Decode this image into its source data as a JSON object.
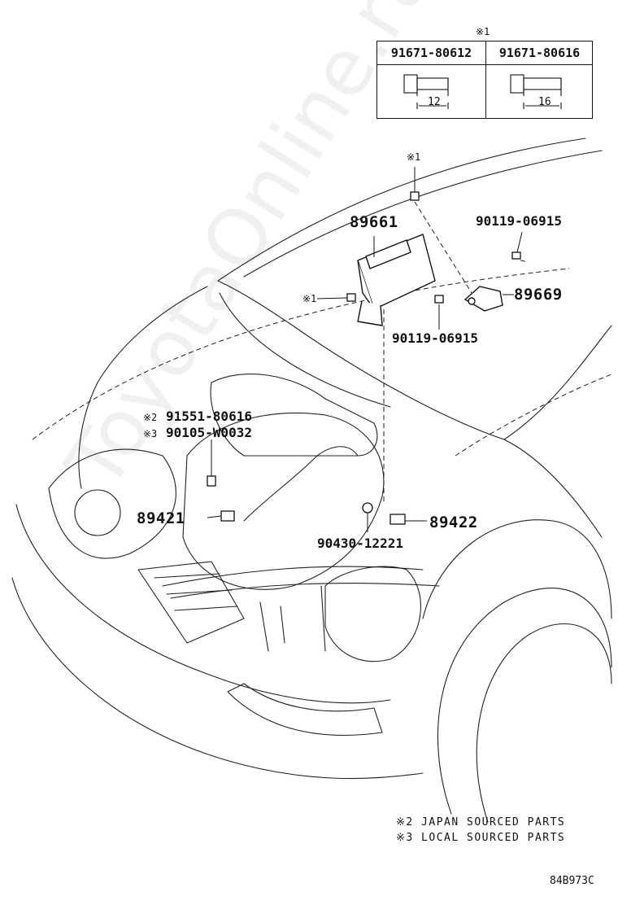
{
  "table": {
    "mark": "※1",
    "columns": [
      {
        "part_no": "91671-80612",
        "length": "12"
      },
      {
        "part_no": "91671-80616",
        "length": "16"
      }
    ]
  },
  "callouts": {
    "ecu": "89661",
    "ecu_bracket_bolt": "90119-06915",
    "bracket": "89669",
    "bolt_lower": "90119-06915",
    "bolt_mark_top": "※1",
    "bolt_mark_left": "※1",
    "sensor_left": "89421",
    "sensor_right": "89422",
    "gasket": "90430-12221",
    "bolt_japan_mark": "※2",
    "bolt_japan": "91551-80616",
    "bolt_local_mark": "※3",
    "bolt_local": "90105-W0032"
  },
  "notes": [
    "※2 JAPAN SOURCED PARTS",
    "※3 LOCAL SOURCED PARTS"
  ],
  "figure_code": "84B973C",
  "watermark": "ToyotaOnline.ru"
}
